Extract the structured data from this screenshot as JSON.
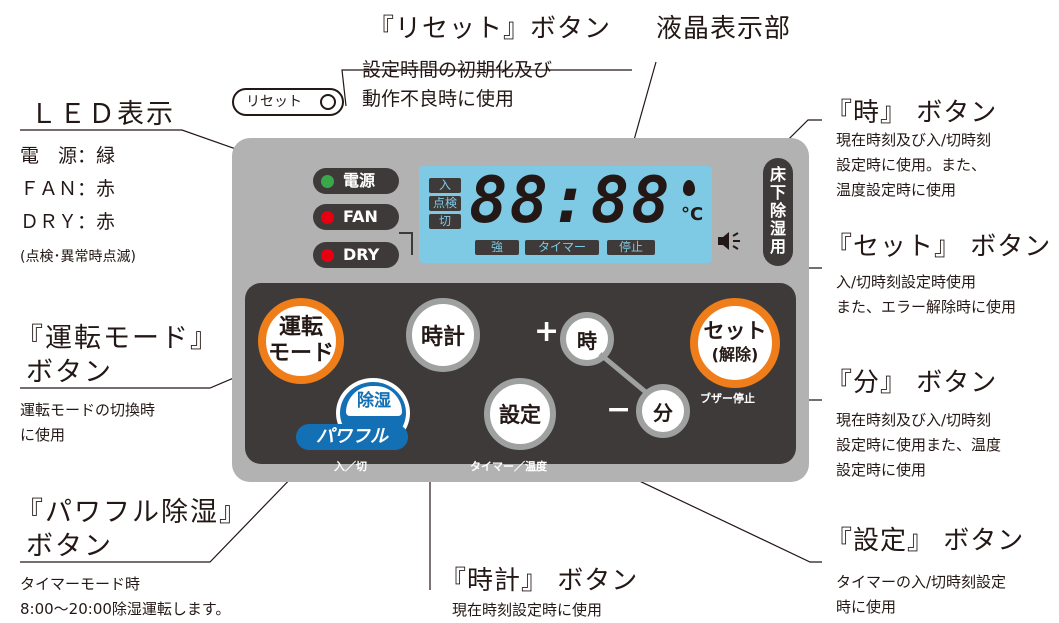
{
  "callouts": {
    "reset": {
      "title": "『リセット』ボタン",
      "desc": [
        "設定時間の初期化及び",
        "動作不良時に使用"
      ]
    },
    "lcd_title": "液晶表示部",
    "led": {
      "title": "ＬＥＤ表示",
      "lines": [
        "電　源：緑",
        "ＦＡＮ：赤",
        "ＤＲＹ：赤"
      ],
      "note": "(点検･異常時点滅)"
    },
    "hour": {
      "title": "『時』 ボタン",
      "desc": [
        "現在時刻及び入/切時刻",
        "設定時に使用。また、",
        "温度設定時に使用"
      ]
    },
    "set": {
      "title": "『セット』 ボタン",
      "desc": [
        "入/切時刻設定時使用",
        "また、エラー解除時に使用"
      ]
    },
    "mode": {
      "title_lines": [
        "『運転モード』",
        "ボタン"
      ],
      "desc": [
        "運転モードの切換時",
        "に使用"
      ]
    },
    "minute": {
      "title": "『分』 ボタン",
      "desc": [
        "現在時刻及び入/切時刻",
        "設定時に使用また、温度",
        "設定時に使用"
      ]
    },
    "powerful": {
      "title_lines": [
        "『パワフル除湿』",
        "ボタン"
      ],
      "desc": [
        "タイマーモード時",
        "8:00～20:00除湿運転します。"
      ]
    },
    "clock": {
      "title": "『時計』 ボタン",
      "desc": "現在時刻設定時に使用"
    },
    "setting": {
      "title": "『設定』 ボタン",
      "desc": [
        "タイマーの入/切時刻設定",
        "時に使用"
      ]
    }
  },
  "panel": {
    "reset_button": "リセット",
    "leds": [
      {
        "label": "電源",
        "color": "#3aa84a"
      },
      {
        "label": "FAN",
        "color": "#e60012"
      },
      {
        "label": "DRY",
        "color": "#e60012"
      }
    ],
    "lcd": {
      "left_tags": [
        "入",
        "点検",
        "切"
      ],
      "digits": "88:88",
      "unit": "°C",
      "bottom_tags": [
        "強",
        "タイマー",
        "停止"
      ]
    },
    "vertical_label": [
      "床",
      "下",
      "除",
      "湿",
      "用"
    ],
    "buttons": {
      "mode": [
        "運転",
        "モード"
      ],
      "clock": "時計",
      "plus": "+",
      "hour": "時",
      "set": "セット",
      "set_sub": "(解除)",
      "buzzer": "ブザー停止",
      "dehumid": "除湿",
      "powerful": "パワフル",
      "onoff": "入／切",
      "setting": "設定",
      "minus": "−",
      "minute": "分",
      "timer_temp": "タイマー／温度"
    }
  }
}
